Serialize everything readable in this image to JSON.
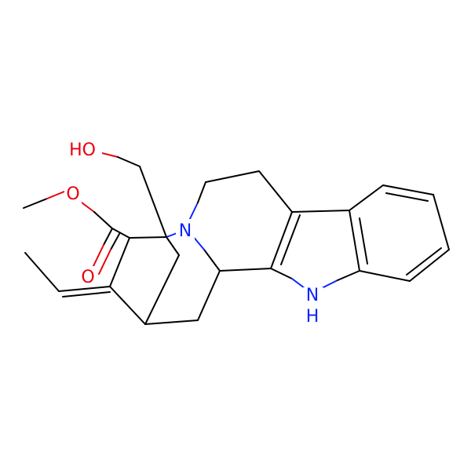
{
  "atoms": {
    "hydroxyl": "HO",
    "ester_oxygen": "O",
    "carbonyl_oxygen": "O",
    "amine_nitrogen": "N",
    "indole_nh": "NH"
  },
  "colors": {
    "carbon_bond": "#000000",
    "oxygen": "#e8000b",
    "nitrogen": "#0b24ff",
    "background": "#ffffff"
  }
}
